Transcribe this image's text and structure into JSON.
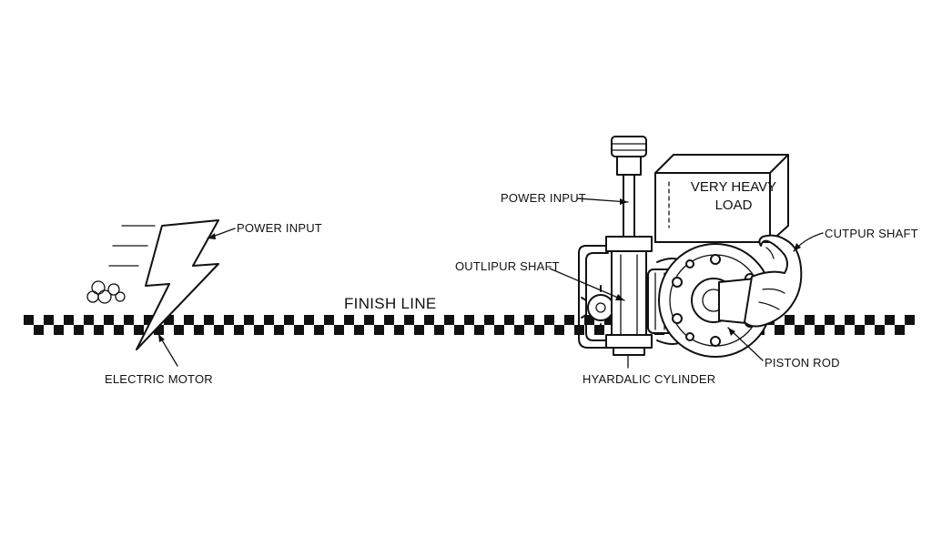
{
  "labels": {
    "power_input_left": "POWER INPUT",
    "electric_motor": "ELECTRIC MOTOR",
    "finish_line": "FINISH LINE",
    "power_input_right": "POWER INPUT",
    "output_shaft_left": "OUTLIPUR SHAFT",
    "load_line1": "VERY HEAVY",
    "load_line2": "LOAD",
    "output_shaft_right": "CUTPUR SHAFT",
    "piston_rod": "PISTON ROD",
    "hydraulic_cylinder": "HYARDALIC CYLINDER"
  },
  "icons": {
    "motor": "lightning-bolt-icon",
    "muscle": "flexed-arm-icon",
    "smoke": "exhaust-puff-icon"
  },
  "colors": {
    "ink": "#111111",
    "background": "#ffffff"
  }
}
